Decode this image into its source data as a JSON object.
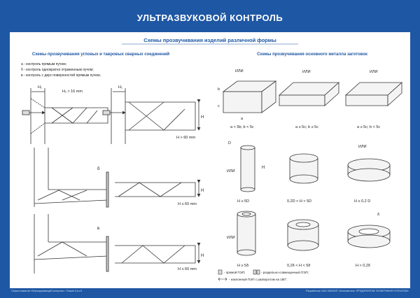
{
  "poster": {
    "title": "УЛЬТРАЗВУКОВОЙ КОНТРОЛЬ",
    "main_heading": "Схемы прозвучивания изделий различной формы",
    "left_heading": "Схемы прозвучивания угловых и тавровых сварных соединений",
    "right_heading": "Схемы прозвучивания основного металла заготовок",
    "legend_top": [
      "а - контроль прямым пучом;",
      "б - контроль однократно отраженным пучом;",
      "в - контроль с двух поверхностей прямым пучом."
    ],
    "labels": {
      "h1": "H₁",
      "h1_cond": "H₁ > 16 mm",
      "h": "H",
      "h_gt60": "H > 60 mm",
      "h_le60_b": "H ≤ 60 mm",
      "h_le60_v": "H ≤ 60 mm",
      "letter_b": "б",
      "letter_v": "в",
      "ili": "ИЛИ",
      "a": "a",
      "b": "b",
      "c": "c",
      "d": "D",
      "delta": "δ",
      "cap_box1": "a < 5b;  b < 5c",
      "cap_box2": "a ≥ 5c;  b ≥ 5c",
      "cap_box3": "a ≥ 5c;  b < 5c",
      "cap_cyl1": "H ≥ 5D",
      "cap_cyl2": "0,2D < H < 5D",
      "cap_cyl3": "H ≤ 0,2 D",
      "cap_tube1": "H ≥ 5δ",
      "cap_tube2": "0,2δ < H < 5δ",
      "cap_tube3": "H < 0,2δ"
    },
    "legend_bottom": [
      "- прямой ПЭП;",
      "- раздельно-совмещенный ПЭП;",
      "- наклонный ПЭП с разворотом на 180°."
    ],
    "footer_left": "Серия плакатов «Неразрушающий контроль». Плакат 8 из 8",
    "footer_right": "Разработчик ОАО НИИХИТ. Изготовитель: ПРЕДПРИЯТИЕ ПОЛИГРАФИЯ «РОСАТОМ»",
    "colors": {
      "background": "#1e57a3",
      "panel": "#ffffff",
      "heading": "#1e57a3",
      "line": "#333333"
    }
  }
}
